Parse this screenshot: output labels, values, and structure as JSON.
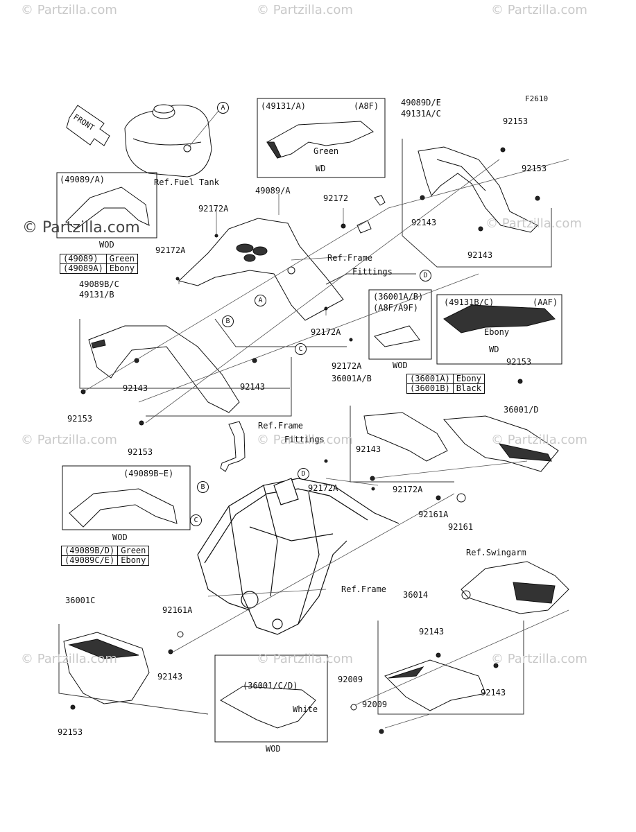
{
  "watermark": {
    "brand": "Partzilla.com",
    "brand_marked": "© Partzilla.com"
  },
  "figure_code": "F2610",
  "front_arrow_label": "FRONT",
  "ref_labels": {
    "fuel_tank": "Ref.Fuel Tank",
    "frame_fittings_1_a": "Ref.Frame",
    "frame_fittings_1_b": "Fittings",
    "frame_fittings_2_a": "Ref.Frame",
    "frame_fittings_2_b": "Fittings",
    "frame": "Ref.Frame",
    "swingarm": "Ref.Swingarm"
  },
  "callouts": {
    "a": "A",
    "b": "B",
    "c": "C",
    "d": "D"
  },
  "inset_boxes": {
    "box_49131a": {
      "code": "(49131/A)",
      "variant": "(A8F)",
      "color": "Green",
      "tag": "WD"
    },
    "box_49089a": {
      "code": "(49089/A)",
      "tag": "WOD"
    },
    "box_36001ab": {
      "code": "(36001A/B)",
      "variant": "(A8F/A9F)",
      "tag": "WOD"
    },
    "box_49131bc": {
      "code": "(49131B/C)",
      "variant": "(AAF)",
      "color": "Ebony",
      "tag": "WD"
    },
    "box_49089be": {
      "code": "(49089B~E)",
      "tag": "WOD"
    },
    "box_36001cd": {
      "code": "(36001/C/D)",
      "color": "White",
      "tag": "WOD"
    }
  },
  "legend_tables": {
    "t49089": [
      [
        "(49089)",
        "Green"
      ],
      [
        "(49089A)",
        "Ebony"
      ]
    ],
    "t36001": [
      [
        "(36001A)",
        "Ebony"
      ],
      [
        "(36001B)",
        "Black"
      ]
    ],
    "t49089bc": [
      [
        "(49089B/D)",
        "Green"
      ],
      [
        "(49089C/E)",
        "Ebony"
      ]
    ]
  },
  "part_numbers": {
    "p49089de": "49089D/E",
    "p49131ac": "49131A/C",
    "p92153_a": "92153",
    "p92153_b": "92153",
    "p49089a": "49089/A",
    "p92172a_1": "92172A",
    "p92172_1": "92172",
    "p92143_a": "92143",
    "p92143_b": "92143",
    "p92172a_2": "92172A",
    "p49089bc": "49089B/C",
    "p49131b": "49131/B",
    "p92172a_3": "92172A",
    "p92143_c": "92143",
    "p92143_d": "92143",
    "p92172a_4": "92172A",
    "p92153_c": "92153",
    "p36001ab": "36001A/B",
    "p92153_d": "92153",
    "p92153_e": "92153",
    "p36001d": "36001/D",
    "p92143_e": "92143",
    "p92172a_5": "92172A",
    "p92172a_6": "92172A",
    "p92161a_1": "92161A",
    "p92161": "92161",
    "p36001c": "36001C",
    "p92161a_2": "92161A",
    "p36014": "36014",
    "p92143_f": "92143",
    "p92143_g": "92143",
    "p92009_a": "92009",
    "p92009_b": "92009",
    "p92143_h": "92143",
    "p92153_f": "92153"
  }
}
